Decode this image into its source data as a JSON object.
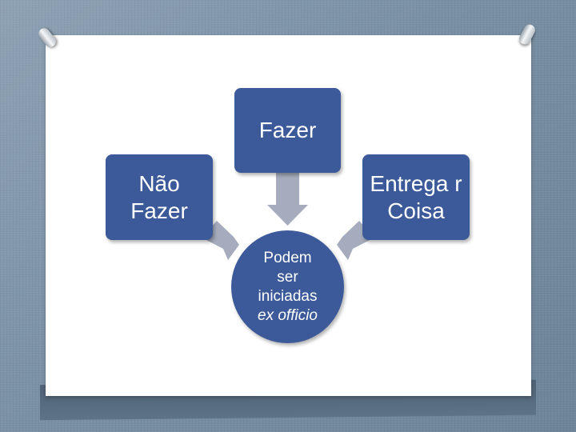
{
  "diagram": {
    "top_box": "Fazer",
    "left_box": "Não Fazer",
    "right_box": "Entrega r Coisa",
    "center": {
      "line1": "Podem",
      "line2": "ser",
      "line3": "iniciadas",
      "line4": "ex officio"
    }
  },
  "colors": {
    "box_fill": "#3c5a99",
    "arrow_fill": "#a6acbd",
    "background": "#7a90a4"
  }
}
